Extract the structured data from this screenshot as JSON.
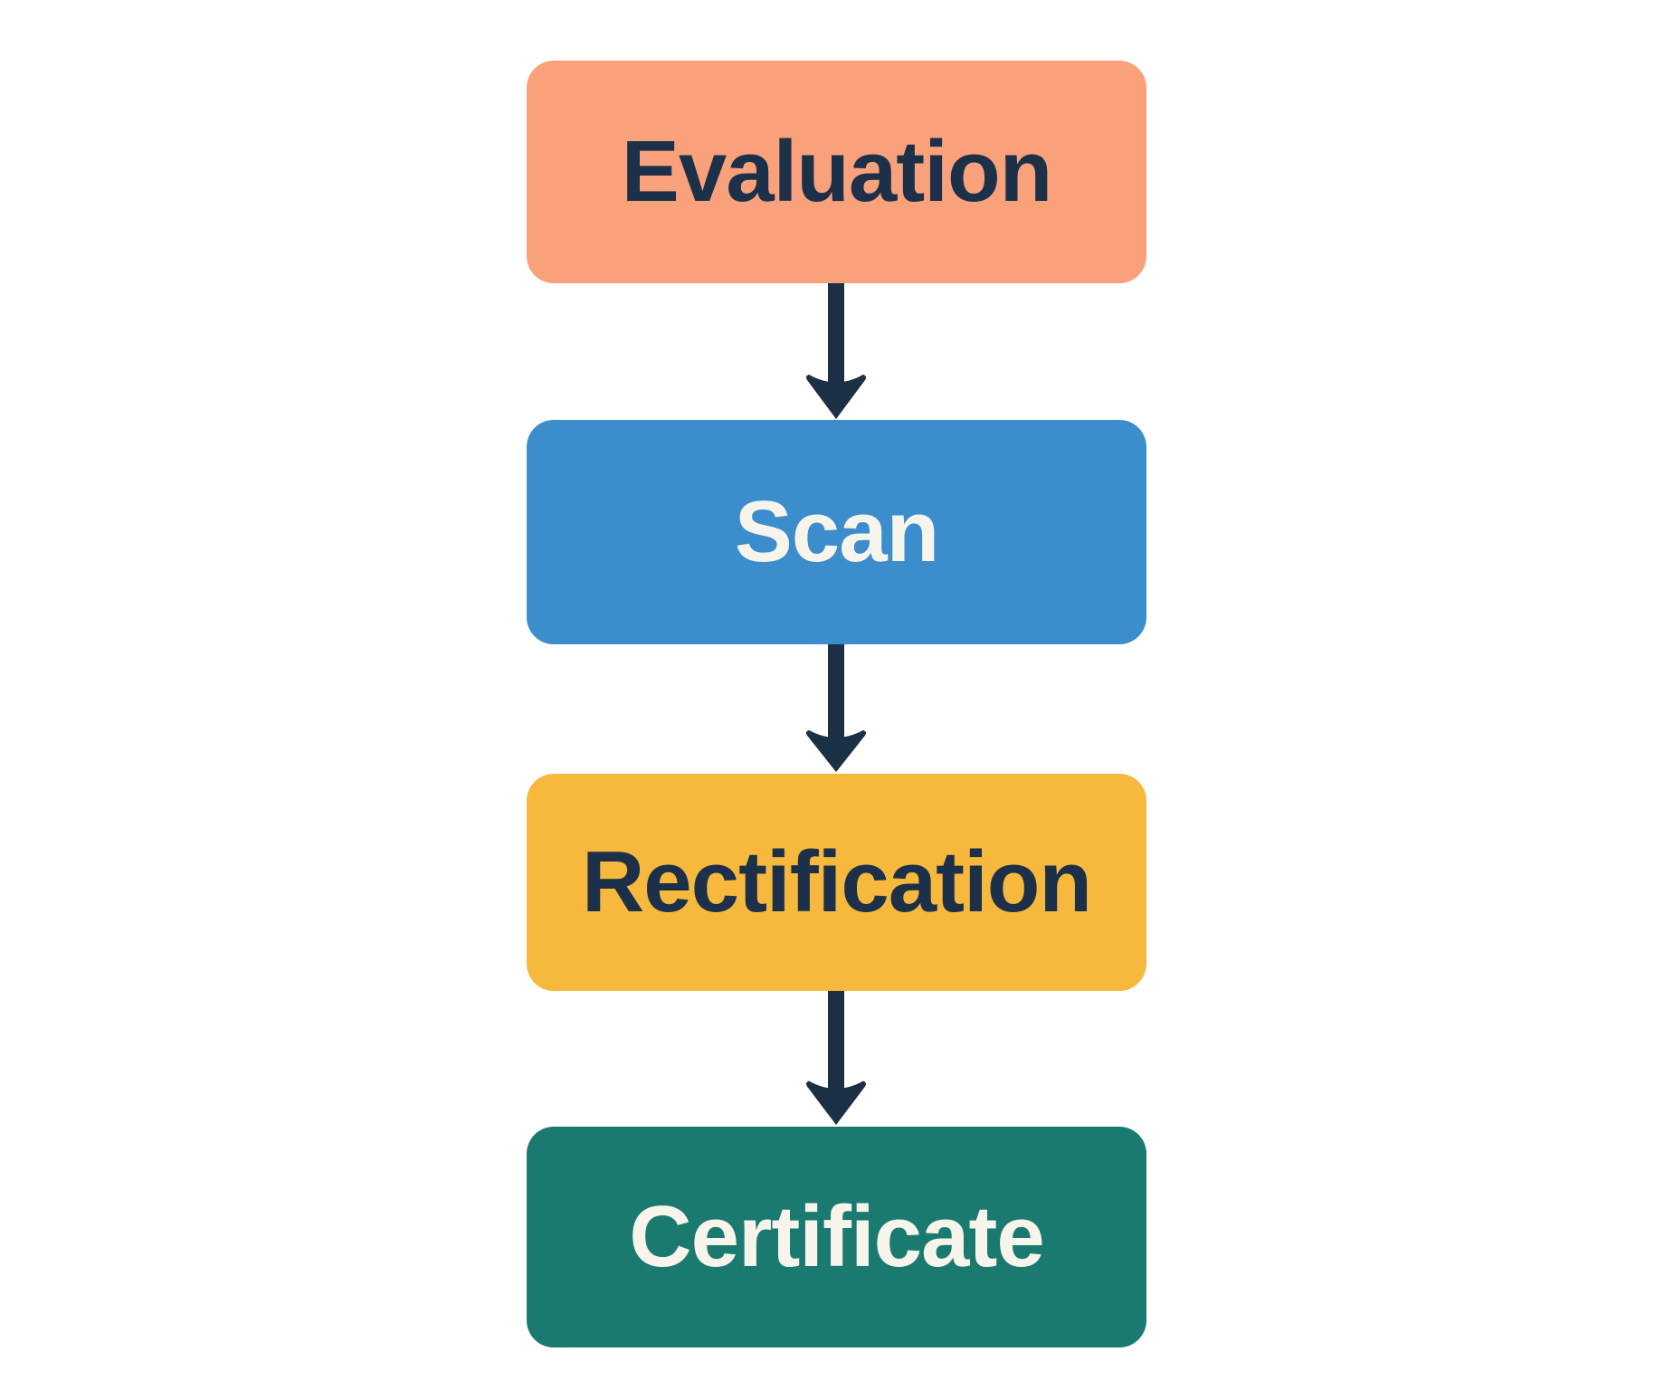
{
  "diagram": {
    "type": "flowchart",
    "direction": "top-down",
    "background_color": "#ffffff",
    "arrow_color": "#1b2f45",
    "nodes": [
      {
        "id": "evaluation",
        "label": "Evaluation",
        "color": "#f9a17b",
        "text_color": "#1c3049"
      },
      {
        "id": "scan",
        "label": "Scan",
        "color": "#3b8dcc",
        "text_color": "#f7f4eb"
      },
      {
        "id": "rectification",
        "label": "Rectification",
        "color": "#f6b83d",
        "text_color": "#1c3049"
      },
      {
        "id": "certificate",
        "label": "Certificate",
        "color": "#1a7a70",
        "text_color": "#f7f4eb"
      }
    ],
    "edges": [
      {
        "from": "Evaluation",
        "to": "Scan"
      },
      {
        "from": "Scan",
        "to": "Rectification"
      },
      {
        "from": "Rectification",
        "to": "Certificate"
      }
    ]
  }
}
